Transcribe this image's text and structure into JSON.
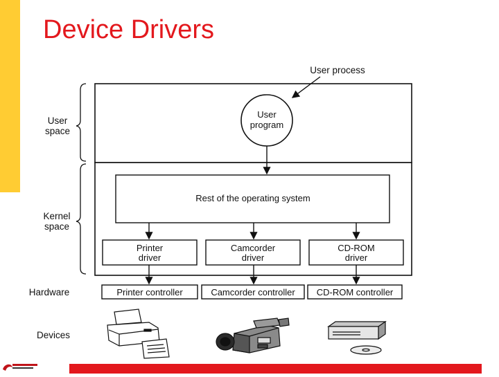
{
  "slide": {
    "title": "Device Drivers",
    "accent_color": "#e3181d",
    "side_bar_color": "#ffcc33"
  },
  "diagram": {
    "user_process_label": "User process",
    "user_program_label": [
      "User",
      "program"
    ],
    "os_label": "Rest of the operating system",
    "layers": {
      "user_space": [
        "User",
        "space"
      ],
      "kernel_space": [
        "Kernel",
        "space"
      ],
      "hardware": "Hardware",
      "devices": "Devices"
    },
    "drivers": [
      {
        "line1": "Printer",
        "line2": "driver"
      },
      {
        "line1": "Camcorder",
        "line2": "driver"
      },
      {
        "line1": "CD-ROM",
        "line2": "driver"
      }
    ],
    "controllers": [
      "Printer controller",
      "Camcorder controller",
      "CD-ROM controller"
    ],
    "device_icons": [
      "printer-icon",
      "camcorder-icon",
      "cdrom-drive-icon"
    ]
  }
}
